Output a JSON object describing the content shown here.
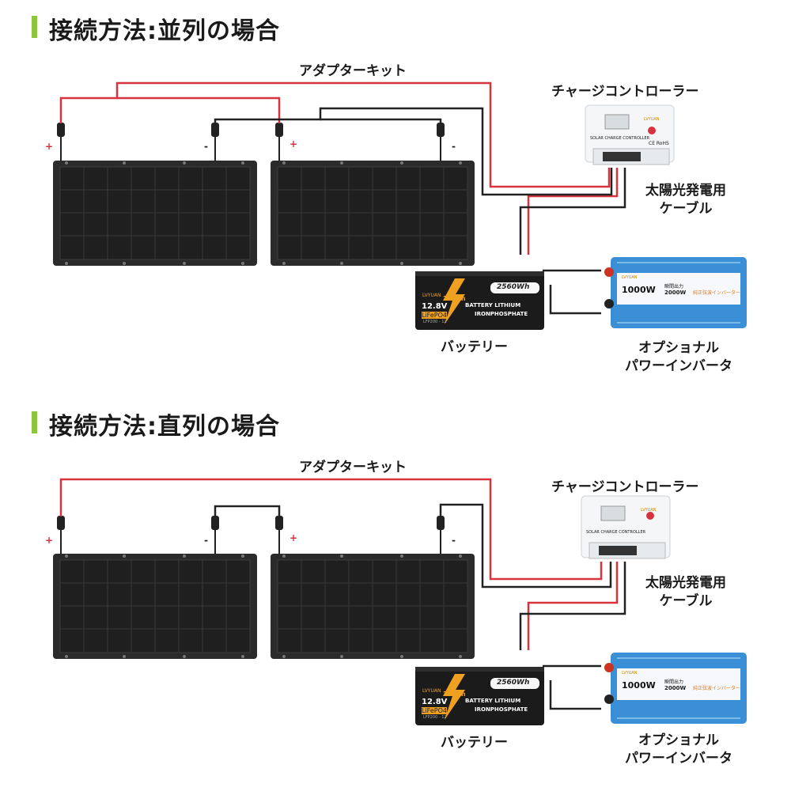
{
  "sections": [
    {
      "title": "接続方法:並列の場合",
      "labels": {
        "adapter_kit": "アダプターキット",
        "charge_controller": "チャージコントローラー",
        "solar_cable_line1": "太陽光発電用",
        "solar_cable_line2": "ケーブル",
        "battery": "バッテリー",
        "inverter_line1": "オプショナル",
        "inverter_line2": "パワーインバータ"
      },
      "polarity": {
        "plus": "+",
        "minus": "-"
      }
    },
    {
      "title": "接続方法:直列の場合",
      "labels": {
        "adapter_kit": "アダプターキット",
        "charge_controller": "チャージコントローラー",
        "solar_cable_line1": "太陽光発電用",
        "solar_cable_line2": "ケーブル",
        "battery": "バッテリー",
        "inverter_line1": "オプショナル",
        "inverter_line2": "パワーインバータ"
      },
      "polarity": {
        "plus": "+",
        "minus": "-"
      }
    }
  ],
  "device_text": {
    "controller_caption": "SOLAR CHARGE CONTROLLER",
    "controller_brand": "LVYUAN",
    "controller_cert": "CE RoHS",
    "battery_brand": "LVYUAN",
    "battery_voltage": "12.8V",
    "battery_chem": "LiFePO4",
    "battery_capacity": "200Ah",
    "battery_energy": "2560Wh",
    "battery_line1": "BATTERY LITHIUM",
    "battery_line2": "IRONPHOSPHATE",
    "battery_model": "LFP200 - 12",
    "inverter_brand": "LVYUAN",
    "inverter_rated": "1000W",
    "inverter_peak": "2000W",
    "inverter_peak_label": "瞬間出力",
    "inverter_type": "純正弦波インバーター"
  },
  "colors": {
    "title_accent": "#8cc63f",
    "positive_wire": "#d6333f",
    "negative_wire": "#222222",
    "panel": "#2b2b2b",
    "inverter": "#3a8fd6",
    "battery_accent": "#f0a020"
  }
}
